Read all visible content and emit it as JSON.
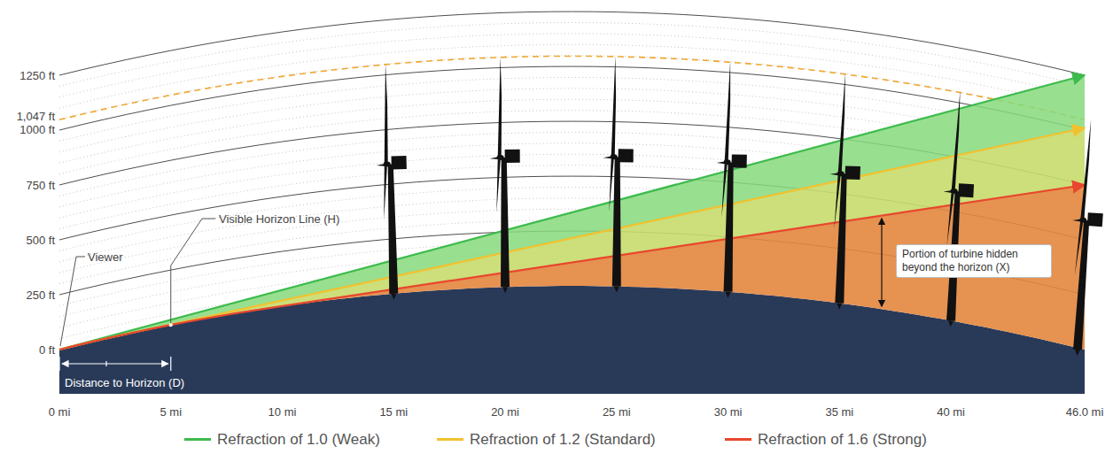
{
  "diagram": {
    "nodes": [
      {
        "text": [
          "Portion of turbine hidden beyond the horizon (X)"
        ]
      }
    ],
    "labels": [
      "1250 ft",
      "1,047 ft",
      "1000 ft",
      "750 ft",
      "500 ft",
      "250 ft",
      "0 ft",
      "Viewer",
      "Visible Horizon Line (H)",
      "Distance to Horizon (D)",
      "0 mi",
      "5 mi",
      "10 mi",
      "15 mi",
      "20 mi",
      "25 mi",
      "30 mi",
      "35 mi",
      "40 mi",
      "46.0 mi"
    ],
    "legend": [
      {
        "text": "Refraction of 1.0 (Weak)",
        "color": "#3dbb4c"
      },
      {
        "text": "Refraction of 1.2 (Standard)",
        "color": "#f2c12e"
      },
      {
        "text": "Refraction of 1.6 (Strong)",
        "color": "#e8472d"
      }
    ]
  }
}
